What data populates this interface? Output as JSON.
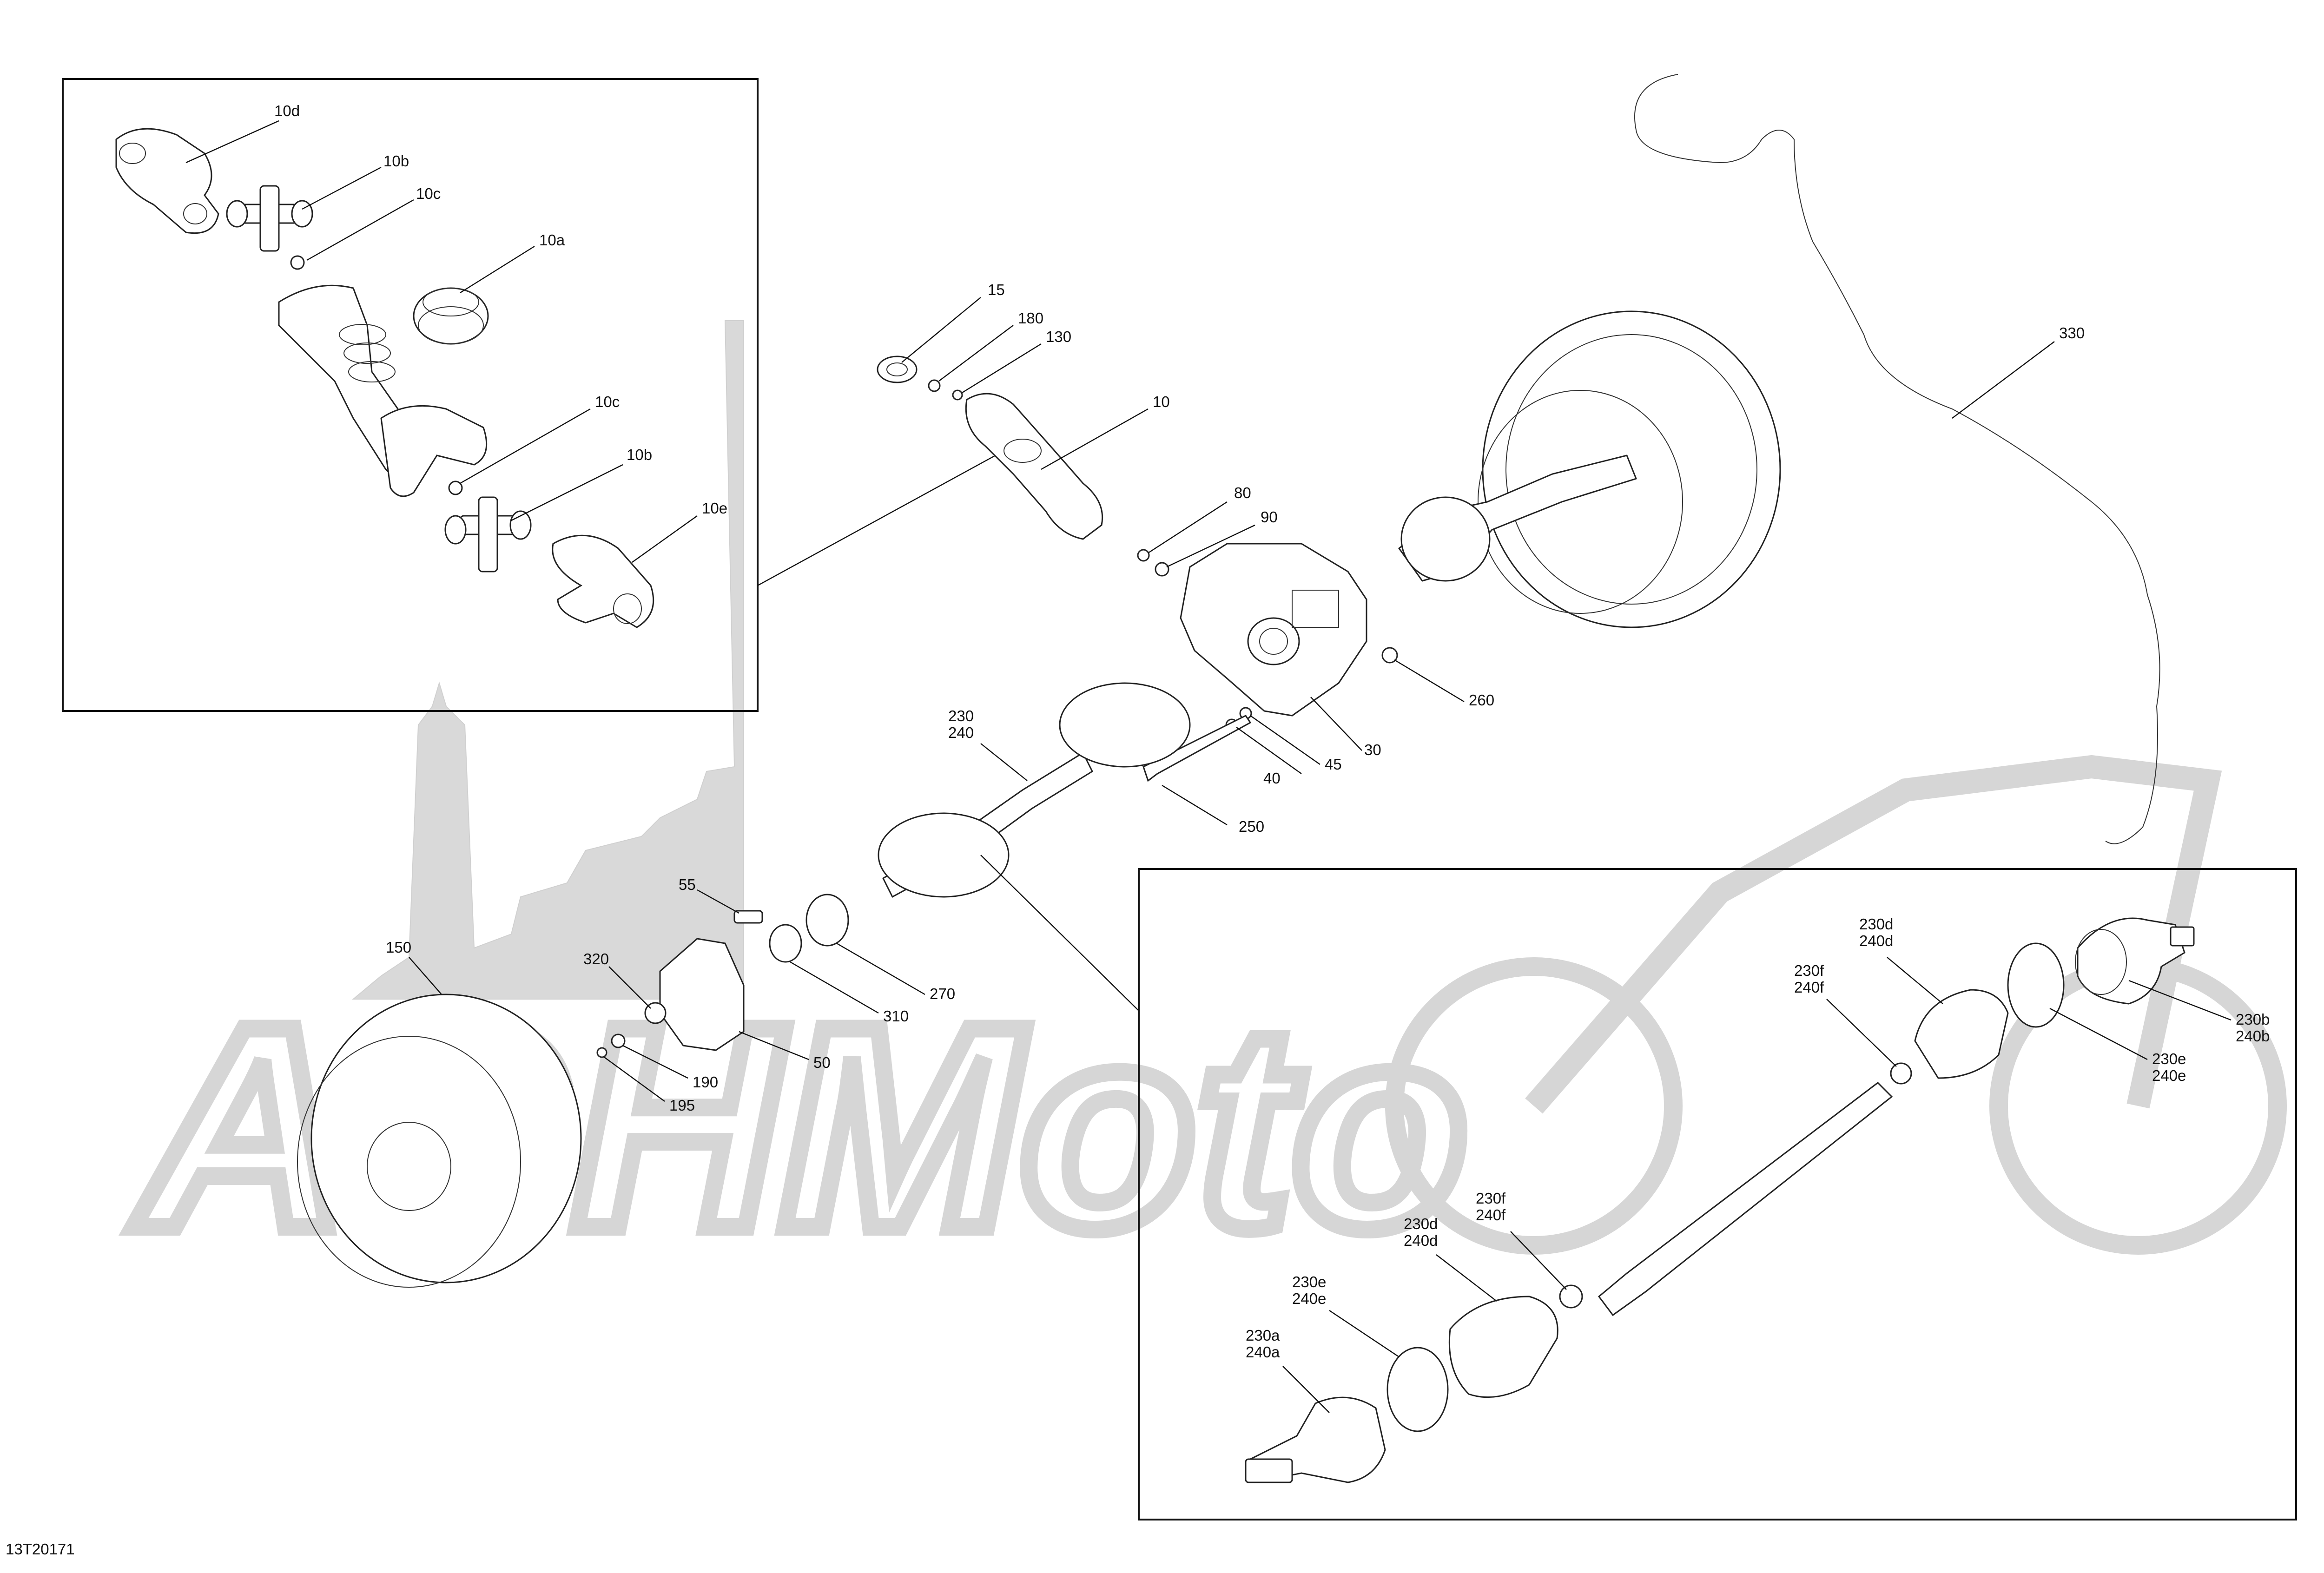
{
  "diagram_id": "13T20171",
  "watermark_text": "AGHMoto",
  "labels": {
    "l10d": "10d",
    "l10b_top": "10b",
    "l10c_top": "10c",
    "l10a": "10a",
    "l10c_bot": "10c",
    "l10b_bot": "10b",
    "l10e": "10e",
    "l15": "15",
    "l180": "180",
    "l130": "130",
    "l10": "10",
    "l80": "80",
    "l90": "90",
    "l260": "260",
    "l30": "30",
    "l45": "45",
    "l40": "40",
    "l250": "250",
    "l230_240": "230\n240",
    "l330": "330",
    "l55": "55",
    "l320": "320",
    "l150": "150",
    "l270": "270",
    "l310": "310",
    "l50": "50",
    "l190": "190",
    "l195": "195",
    "l230d_top": "230d\n240d",
    "l230f_top": "230f\n240f",
    "l230b": "230b\n240b",
    "l230e_right": "230e\n240e",
    "l230f_bot": "230f\n240f",
    "l230d_bot": "230d\n240d",
    "l230e_bot": "230e\n240e",
    "l230a": "230a\n240a"
  }
}
